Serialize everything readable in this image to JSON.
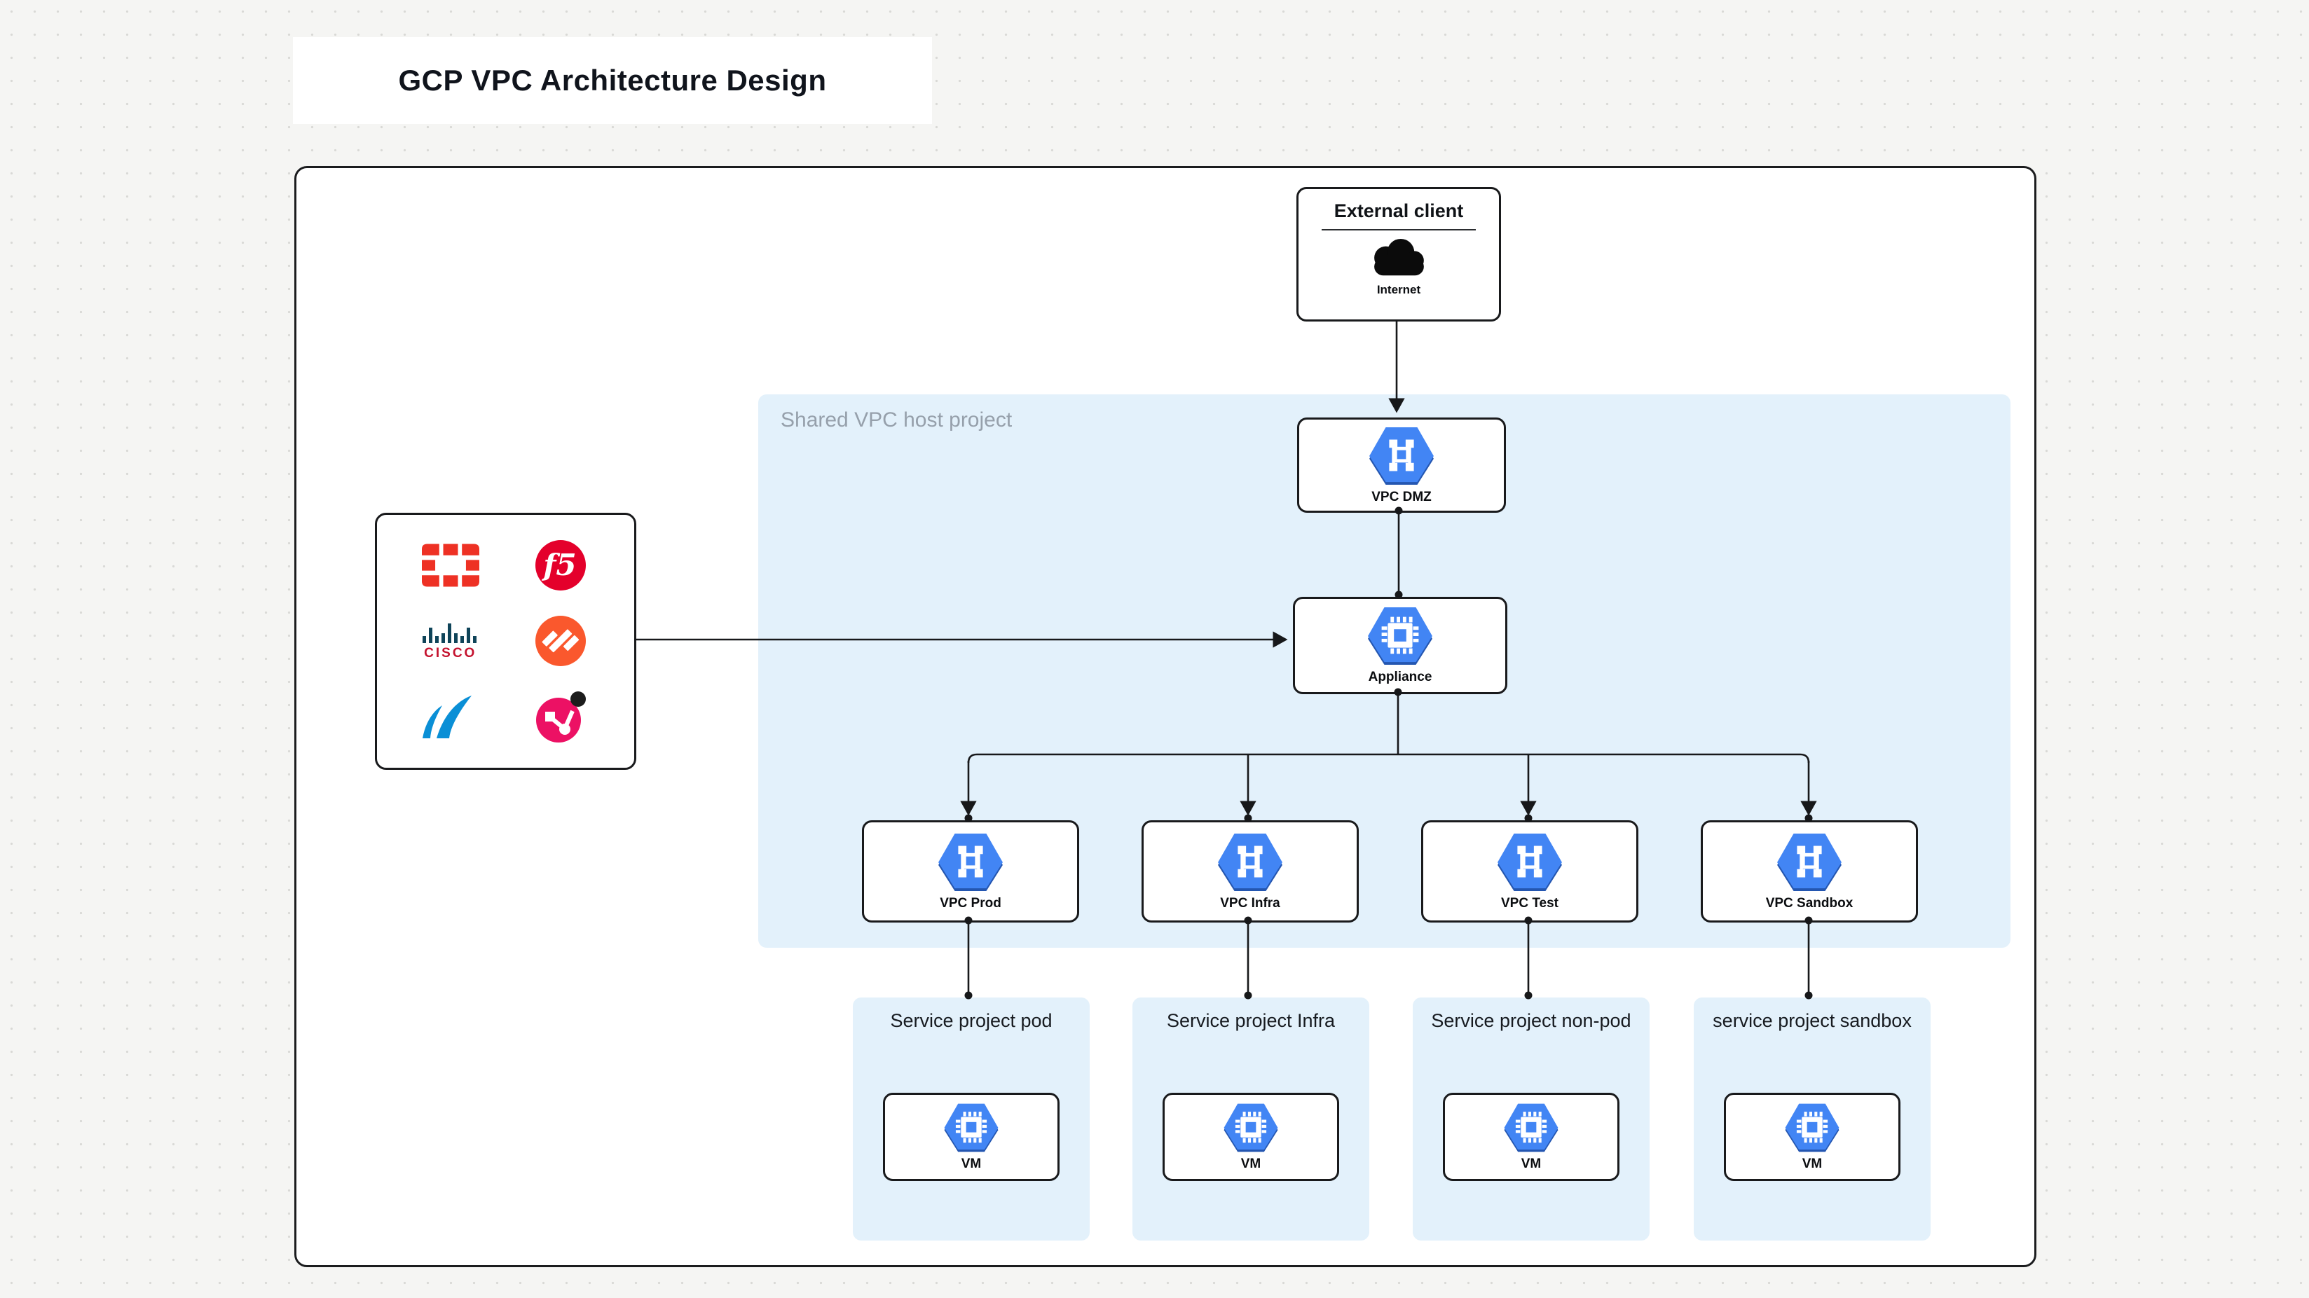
{
  "app": {
    "title": "GCP VPC Architecture Design"
  },
  "external_client": {
    "title": "External client",
    "icon": "cloud-icon",
    "caption": "Internet"
  },
  "shared_vpc": {
    "label": "Shared VPC host project"
  },
  "nodes": {
    "dmz": {
      "label": "VPC DMZ",
      "icon": "gcp-vpc-icon"
    },
    "appliance": {
      "label": "Appliance",
      "icon": "gcp-compute-engine-icon"
    },
    "vpcs": [
      {
        "label": "VPC Prod",
        "icon": "gcp-vpc-icon"
      },
      {
        "label": "VPC Infra",
        "icon": "gcp-vpc-icon"
      },
      {
        "label": "VPC Test",
        "icon": "gcp-vpc-icon"
      },
      {
        "label": "VPC Sandbox",
        "icon": "gcp-vpc-icon"
      }
    ]
  },
  "service_projects": [
    {
      "title": "Service project pod",
      "vm_label": "VM",
      "icon": "gcp-compute-engine-icon"
    },
    {
      "title": "Service project Infra",
      "vm_label": "VM",
      "icon": "gcp-compute-engine-icon"
    },
    {
      "title": "Service project non-pod",
      "vm_label": "VM",
      "icon": "gcp-compute-engine-icon"
    },
    {
      "title": "service project sandbox",
      "vm_label": "VM",
      "icon": "gcp-compute-engine-icon"
    }
  ],
  "vendor_panel": {
    "logos": [
      "fortinet",
      "f5",
      "cisco",
      "palo-alto-networks",
      "barracuda",
      "magenta-network-vendor"
    ],
    "f5_monogram": "f5",
    "cisco_wordmark": "CISCO"
  },
  "colors": {
    "canvas_bg": "#f5f5f3",
    "panel_blue": "#e3f1fb",
    "gcp_blue": "#4285f4",
    "gcp_blue_dark": "#2456b0",
    "line": "#17181a",
    "label_gray": "#96a0ab",
    "fortinet_red": "#ee3124",
    "f5_red": "#e4002b",
    "cisco_red": "#c4122e",
    "cisco_teal": "#0f4459",
    "palo_alto_orange": "#fa582d",
    "barracuda_blue": "#0a8fd6",
    "vendor_pink": "#ec1164",
    "cloud_black": "#0b0b0b"
  }
}
